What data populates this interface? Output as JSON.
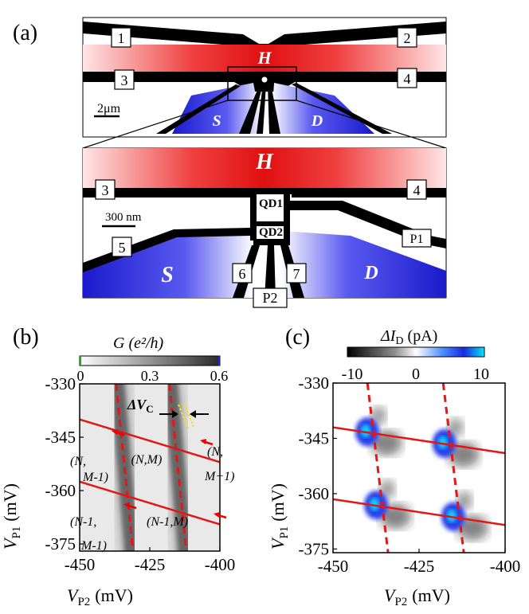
{
  "panel_a": {
    "label": "(a)",
    "top": {
      "heater": "H",
      "source": "S",
      "drain": "D",
      "terminals": [
        "1",
        "2",
        "3",
        "4"
      ],
      "scale_bar": "2μm"
    },
    "zoom": {
      "heater": "H",
      "source": "S",
      "drain": "D",
      "dot1": "QD1",
      "dot2": "QD2",
      "terminals": [
        "3",
        "4",
        "5",
        "6",
        "7",
        "P1",
        "P2"
      ],
      "scale_bar": "300 nm"
    }
  },
  "panel_b": {
    "label": "(b)",
    "colorbar": {
      "title": "G (e²/h)",
      "ticks": [
        "0",
        "0.3",
        "0.6"
      ],
      "range": [
        0,
        0.6
      ]
    },
    "annotation": "ΔV",
    "annotation_sub": "C",
    "regions": [
      {
        "l1": "(N,",
        "l2": "M-1)"
      },
      {
        "l1": "(N,M)",
        "l2": ""
      },
      {
        "l1": "(N,",
        "l2": "M+1)"
      },
      {
        "l1": "(N-1,",
        "l2": "M-1)"
      },
      {
        "l1": "(N-1,M)",
        "l2": ""
      }
    ],
    "xlabel": "V",
    "xlabel_sub": "P2",
    "xlabel_unit": "(mV)",
    "ylabel": "V",
    "ylabel_sub": "P1",
    "ylabel_unit": "(mV)"
  },
  "panel_c": {
    "label": "(c)",
    "colorbar": {
      "title": "ΔI",
      "title_sub": "D",
      "title_unit": "(pA)",
      "ticks": [
        "-10",
        "0",
        "10"
      ],
      "range": [
        -10,
        10
      ]
    },
    "xlabel": "V",
    "xlabel_sub": "P2",
    "xlabel_unit": "(mV)",
    "ylabel": "V",
    "ylabel_sub": "P1",
    "ylabel_unit": "(mV)"
  },
  "chart_data": [
    {
      "type": "heatmap",
      "x_ticks": [
        "-450",
        "-425",
        "-400"
      ],
      "y_ticks": [
        "-330",
        "-345",
        "-360",
        "-375"
      ],
      "xlim": [
        -450,
        -400
      ],
      "ylim": [
        -377,
        -330
      ],
      "dashed_lines": [
        {
          "x1": -437,
          "y1": -330,
          "x2": -431,
          "y2": -377
        },
        {
          "x1": -418,
          "y1": -330,
          "x2": -412,
          "y2": -377
        }
      ],
      "solid_lines": [
        {
          "x1": -450,
          "y1": -340.0,
          "x2": -400,
          "y2": -352.0
        },
        {
          "x1": -450,
          "y1": -357.5,
          "x2": -400,
          "y2": -369.5
        }
      ]
    },
    {
      "type": "heatmap",
      "x_ticks": [
        "-450",
        "-425",
        "-400"
      ],
      "y_ticks": [
        "-330",
        "-345",
        "-360",
        "-375"
      ],
      "xlim": [
        -450,
        -400
      ],
      "ylim": [
        -376,
        -330
      ],
      "dashed_lines": [
        {
          "x1": -440,
          "y1": -330,
          "x2": -434,
          "y2": -376
        },
        {
          "x1": -418,
          "y1": -330,
          "x2": -412,
          "y2": -376
        }
      ],
      "solid_lines": [
        {
          "x1": -450,
          "y1": -342.0,
          "x2": -400,
          "y2": -349.0
        },
        {
          "x1": -450,
          "y1": -361.5,
          "x2": -400,
          "y2": -368.5
        }
      ]
    }
  ]
}
